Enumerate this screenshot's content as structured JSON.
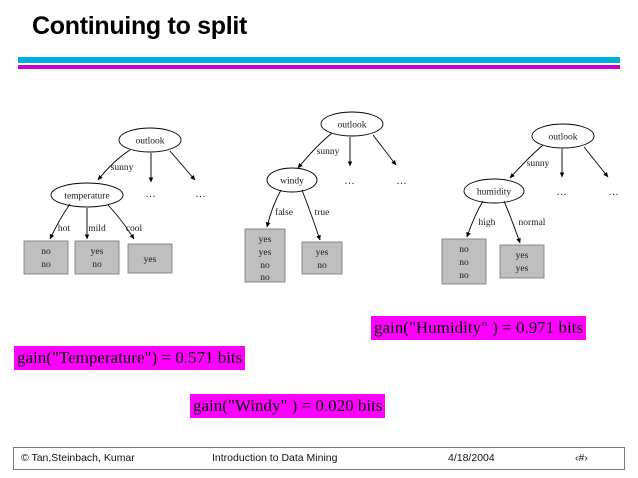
{
  "slide": {
    "title": "Continuing to split",
    "divider": {
      "top_color": "#00AEDB",
      "bottom_color": "#CC00CC"
    }
  },
  "trees": [
    {
      "id": "tree-temperature",
      "root": {
        "label": "outlook",
        "shape": "ellipse"
      },
      "branch_label": "sunny",
      "child": {
        "label": "temperature",
        "shape": "ellipse"
      },
      "child_branch_labels": [
        "hot",
        "mild",
        "cool"
      ],
      "leaves": [
        {
          "lines": [
            "no",
            "no"
          ]
        },
        {
          "lines": [
            "yes",
            "no"
          ]
        },
        {
          "lines": [
            "yes"
          ]
        }
      ],
      "ellipses": [
        "...",
        "..."
      ]
    },
    {
      "id": "tree-windy",
      "root": {
        "label": "outlook",
        "shape": "ellipse"
      },
      "branch_label": "sunny",
      "child": {
        "label": "windy",
        "shape": "ellipse"
      },
      "child_branch_labels": [
        "false",
        "true"
      ],
      "leaves": [
        {
          "lines": [
            "yes",
            "yes",
            "no",
            "no"
          ]
        },
        {
          "lines": [
            "yes",
            "no"
          ]
        }
      ],
      "ellipses": [
        "...",
        "..."
      ]
    },
    {
      "id": "tree-humidity",
      "root": {
        "label": "outlook",
        "shape": "ellipse"
      },
      "branch_label": "sunny",
      "child": {
        "label": "humidity",
        "shape": "ellipse"
      },
      "child_branch_labels": [
        "high",
        "normal"
      ],
      "leaves": [
        {
          "lines": [
            "no",
            "no",
            "no"
          ]
        },
        {
          "lines": [
            "yes",
            "yes"
          ]
        }
      ],
      "ellipses": [
        "...",
        "..."
      ]
    }
  ],
  "gains": {
    "humidity": "gain(\"Humidity\" ) = 0.971 bits",
    "temperature": "gain(\"Temperature\") = 0.571 bits",
    "windy": "gain(\"Windy\" ) = 0.020 bits",
    "highlight_color": "#FF00FF"
  },
  "footer": {
    "copyright": "© Tan,Steinbach, Kumar",
    "course": "Introduction to Data Mining",
    "date": "4/18/2004",
    "page_number": "‹#›"
  }
}
